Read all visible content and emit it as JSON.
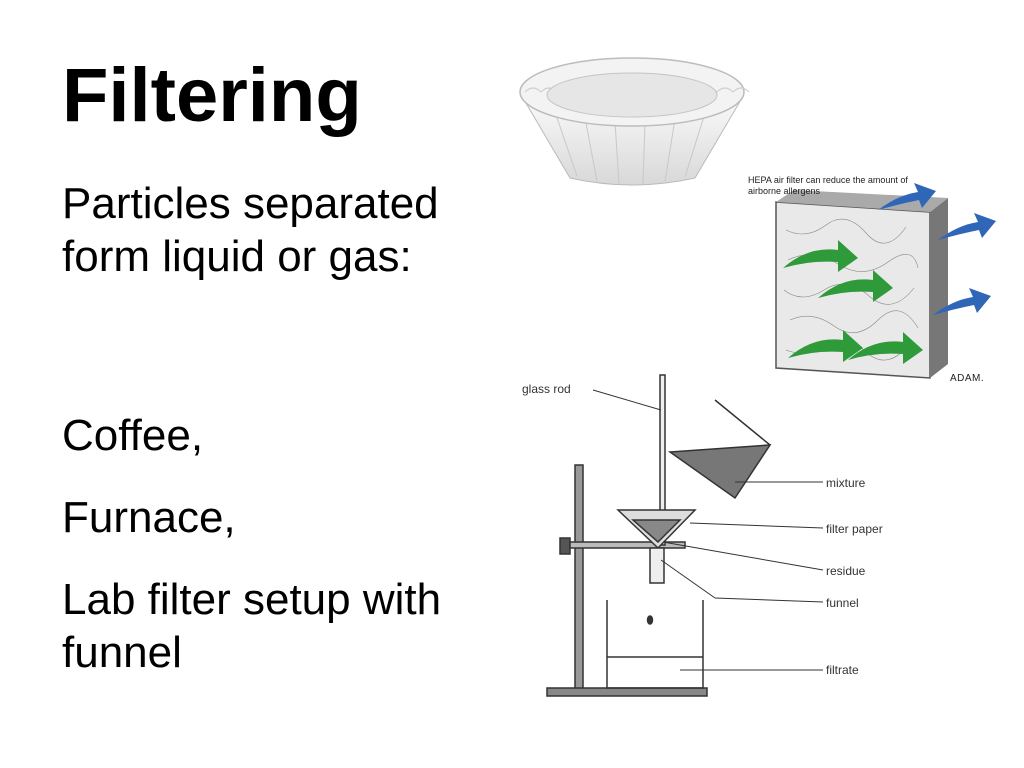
{
  "slide": {
    "title": "Filtering",
    "paragraph": "Particles separated form liquid or gas:",
    "items": [
      "Coffee,",
      "Furnace,",
      "Lab filter setup with funnel"
    ]
  },
  "hepa_image": {
    "caption": "HEPA air filter can reduce the amount of airborne allergens",
    "logo": "ADAM."
  },
  "lab_diagram": {
    "labels": {
      "glass_rod": "glass rod",
      "mixture": "mixture",
      "filter_paper": "filter paper",
      "residue": "residue",
      "funnel": "funnel",
      "filtrate": "filtrate"
    }
  }
}
